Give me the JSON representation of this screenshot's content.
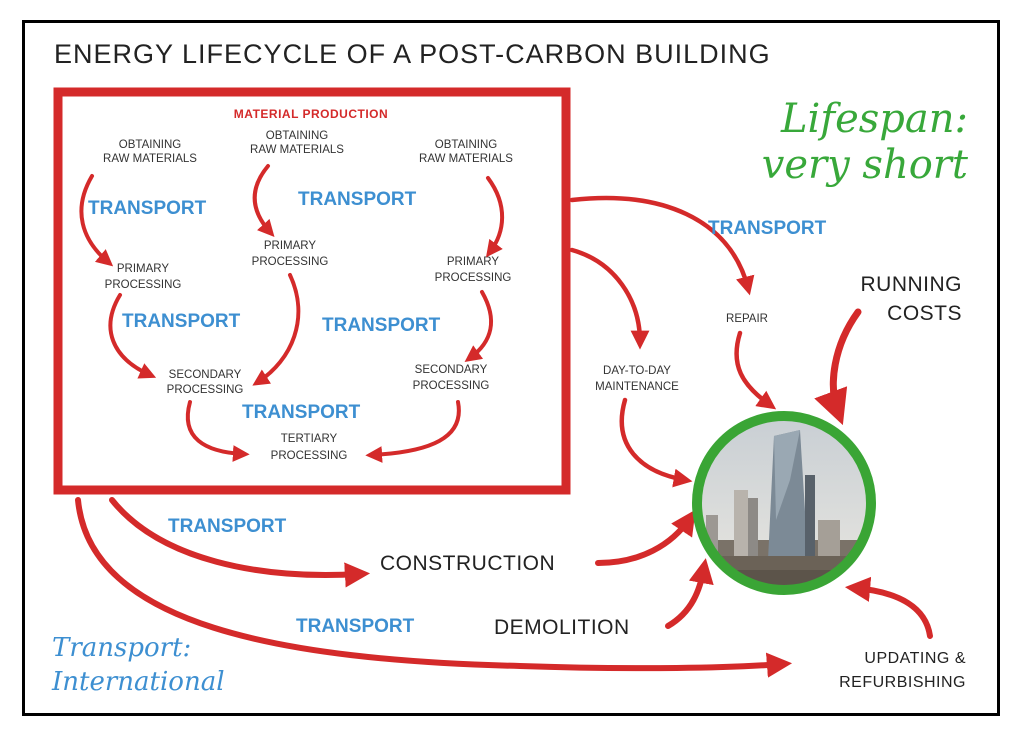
{
  "title": "ENERGY LIFECYCLE OF A POST-CARBON BUILDING",
  "material_production": {
    "label": "MATERIAL PRODUCTION",
    "obtaining_left": [
      "OBTAINING",
      "RAW MATERIALS"
    ],
    "obtaining_mid": [
      "OBTAINING",
      "RAW MATERIALS"
    ],
    "obtaining_right": [
      "OBTAINING",
      "RAW MATERIALS"
    ],
    "primary_left": [
      "PRIMARY",
      "PROCESSING"
    ],
    "primary_mid": [
      "PRIMARY",
      "PROCESSING"
    ],
    "primary_right": [
      "PRIMARY",
      "PROCESSING"
    ],
    "secondary_left": [
      "SECONDARY",
      "PROCESSING"
    ],
    "secondary_right": [
      "SECONDARY",
      "PROCESSING"
    ],
    "tertiary": [
      "TERTIARY",
      "PROCESSING"
    ],
    "transport_labels": [
      "TRANSPORT",
      "TRANSPORT",
      "TRANSPORT",
      "TRANSPORT",
      "TRANSPORT"
    ]
  },
  "outside": {
    "transport_top": "TRANSPORT",
    "repair": "REPAIR",
    "day_to_day": [
      "DAY-TO-DAY",
      "MAINTENANCE"
    ],
    "running_costs": [
      "RUNNING",
      "COSTS"
    ],
    "transport_construction": "TRANSPORT",
    "construction": "CONSTRUCTION",
    "transport_bottom": "TRANSPORT",
    "demolition": "DEMOLITION",
    "updating": [
      "UPDATING &",
      "REFURBISHING"
    ]
  },
  "notes": {
    "lifespan": [
      "Lifespan:",
      "very short"
    ],
    "transport_scope": [
      "Transport:",
      "International"
    ]
  },
  "colors": {
    "arrow_red": "#d42a2a",
    "transport_blue": "#3d8fd1",
    "lifespan_green": "#38a83a",
    "ring_green": "#3aa535"
  }
}
